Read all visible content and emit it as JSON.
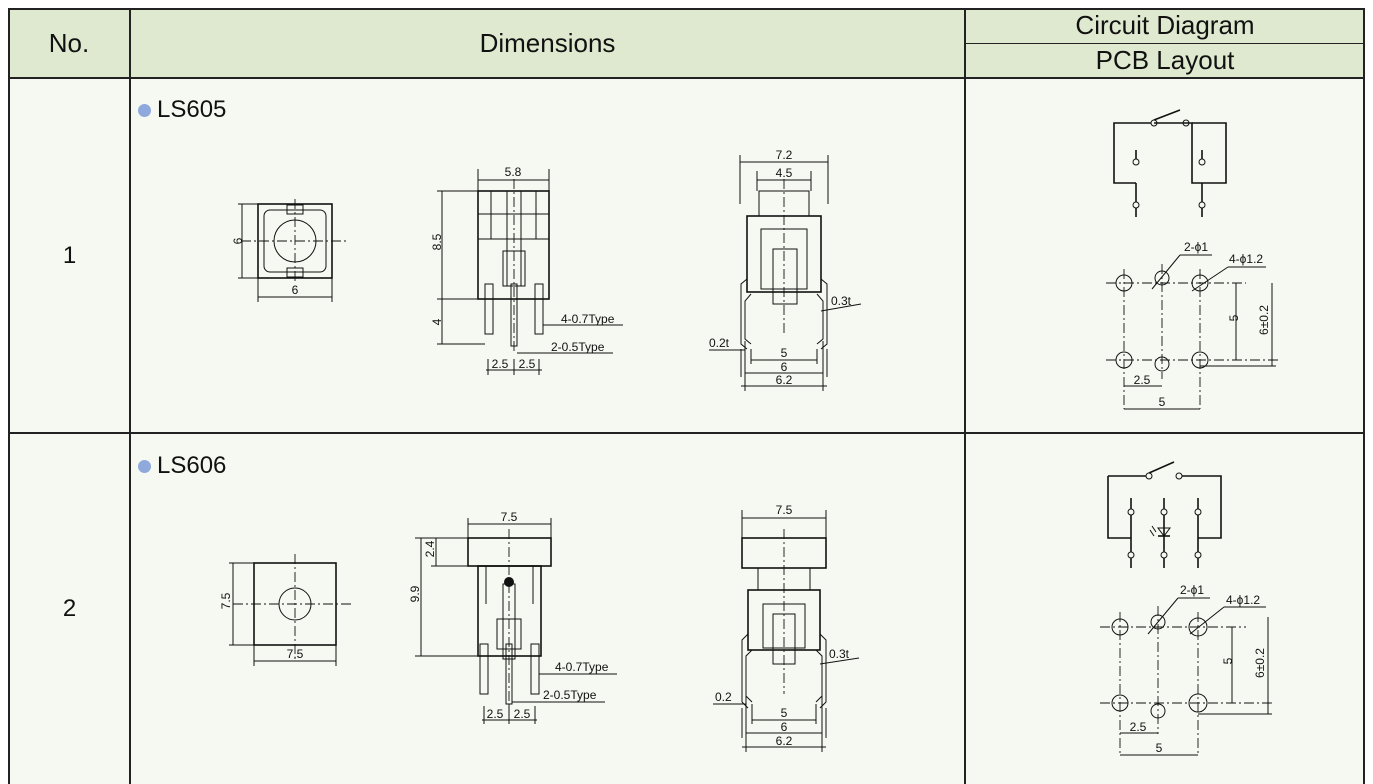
{
  "header": {
    "col_no": "No.",
    "col_dimensions": "Dimensions",
    "col_circuit": "Circuit Diagram",
    "col_pcb": "PCB Layout"
  },
  "rows": [
    {
      "no": "1",
      "model": "LS605",
      "top_view": {
        "w": "6",
        "h": "6"
      },
      "front_view": {
        "top_w": "5.8",
        "h": "8.5",
        "pin_h": "4",
        "pin_a": "4-0.7Type",
        "pin_b": "2-0.5Type",
        "pitch1": "2.5",
        "pitch2": "2.5"
      },
      "side_view": {
        "w1": "7.2",
        "w2": "4.5",
        "t": "0.3t",
        "t2": "0.2t",
        "b1": "5",
        "b2": "6",
        "b3": "6.2"
      },
      "pcb": {
        "small_hole": "2-ϕ1",
        "big_hole": "4-ϕ1.2",
        "v1": "5",
        "v2": "6±0.2",
        "h1": "2.5",
        "h2": "5"
      }
    },
    {
      "no": "2",
      "model": "LS606",
      "top_view": {
        "w": "7.5",
        "h": "7.5"
      },
      "front_view": {
        "top_w": "7.5",
        "h": "9.9",
        "cap_h": "2.4",
        "pin_a": "4-0.7Type",
        "pin_b": "2-0.5Type",
        "pitch1": "2.5",
        "pitch2": "2.5"
      },
      "side_view": {
        "w1": "7.5",
        "t": "0.3t",
        "t2": "0.2",
        "b1": "5",
        "b2": "6",
        "b3": "6.2"
      },
      "pcb": {
        "small_hole": "2-ϕ1",
        "big_hole": "4-ϕ1.2",
        "v1": "5",
        "v2": "6±0.2",
        "h1": "2.5",
        "h2": "5"
      }
    }
  ]
}
